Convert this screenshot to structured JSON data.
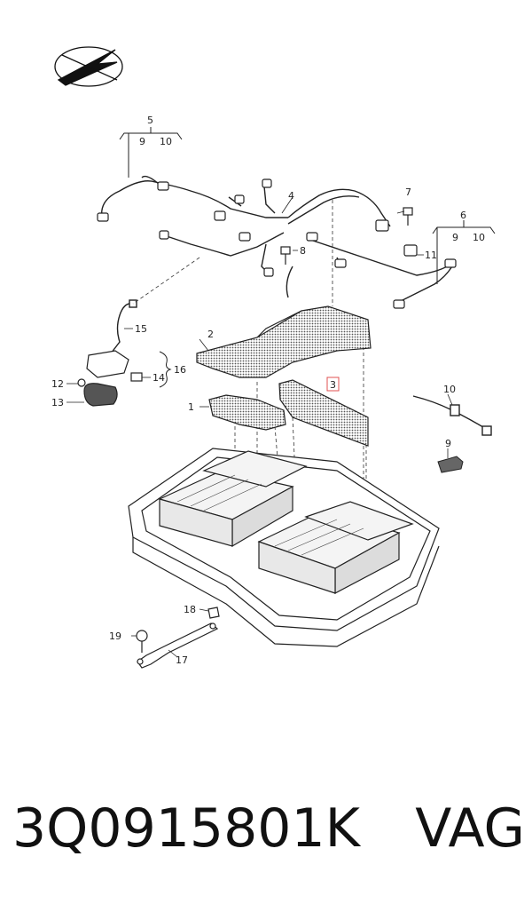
{
  "callouts": {
    "c1": "1",
    "c2": "2",
    "c3": "3",
    "c4": "4",
    "c5": "5",
    "c6": "6",
    "c7": "7",
    "c8": "8",
    "c9a": "9",
    "c9b": "9",
    "c9c": "9",
    "c10a": "10",
    "c10b": "10",
    "c10c": "10",
    "c11": "11",
    "c12": "12",
    "c13": "13",
    "c14": "14",
    "c15": "15",
    "c16": "16",
    "c17": "17",
    "c18": "18",
    "c19": "19"
  },
  "footer": {
    "part_number": "3Q0915801K",
    "brand": "VAG"
  },
  "colors": {
    "line": "#1a1a1a",
    "gasket_fill": "#8a8a8a",
    "highlight": "#e05050"
  }
}
